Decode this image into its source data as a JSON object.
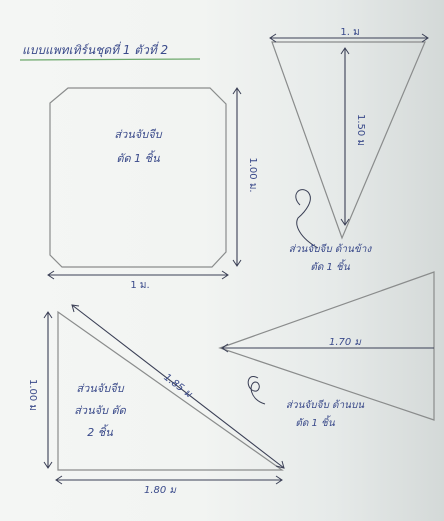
{
  "title": {
    "text": "แบบแพทเทิร์นชุดที่ 1 ตัวที่ 2"
  },
  "octagon_piece": {
    "label_line1": "ส่วนจับจีบ",
    "label_line2": "ตัด 1 ชิ้น",
    "width_label": "1 ม.",
    "height_label": "1.00 ม."
  },
  "top_triangle": {
    "width_label": "1. ม",
    "height_label": "1.50 ม",
    "label_line1": "ส่วนจับจีบ ด้านข้าง",
    "label_line2": "ตัด 1 ชิ้น"
  },
  "left_triangle": {
    "label_line1": "ส่วนจับจีบ",
    "label_line2": "ส่วนจับ ตัด",
    "label_line3": "2 ชิ้น",
    "height_label": "1.00 ม",
    "hypotenuse_label": "1.85 ม",
    "base_label": "1.80 ม"
  },
  "right_triangle": {
    "length_label": "1.70 ม",
    "label_line1": "ส่วนจับจีบ ด้านบน",
    "label_line2": "ตัด 1 ชิ้น"
  }
}
